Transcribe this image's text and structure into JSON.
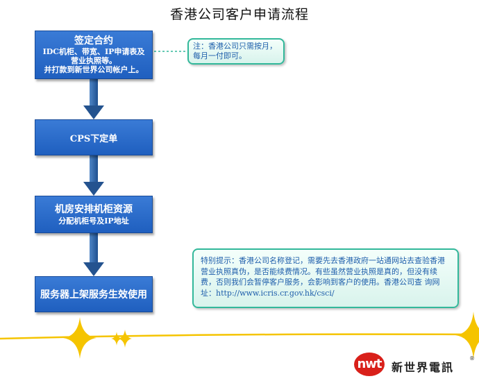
{
  "title": "香港公司客户申请流程",
  "steps": [
    {
      "line1": "签定合约",
      "line2": "IDC机柜、带宽、IP申请表及",
      "line3": "营业执照等。",
      "line4": "并打款到新世界公司帐户上。"
    },
    {
      "line1": "CPS下定单"
    },
    {
      "line1": "机房安排机柜资源",
      "line2": "分配机柜号及IP地址"
    },
    {
      "line1": "服务器上架服务生效使用"
    }
  ],
  "notes": {
    "note1": "注：香港公司只需按月，每月一付即可。",
    "note2": "特别提示：香港公司名称登记，需要先去香港政府一站通网站去查验香港营业执照真伪，是否能续费情况。有些虽然营业执照是真的，但没有续费，否则我们会暂停客户服务，会影响到客户的使用。香港公司查 询网址：http://www.icris.cr.gov.hk/csci/"
  },
  "logo": {
    "mark": "nwt",
    "name": "新世界電訊",
    "reg": "®"
  },
  "colors": {
    "box": "#2a6cc9",
    "arrow": "#2b5f9f",
    "note_border": "#32b89a",
    "note_text": "#1e5eab",
    "star": "#f5c400",
    "logo_red": "#d9201a"
  }
}
